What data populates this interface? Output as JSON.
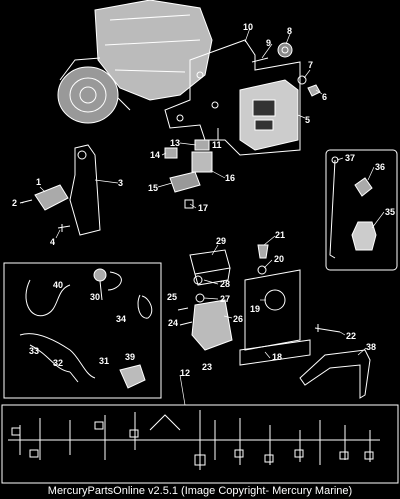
{
  "caption": "MercuryPartsOnline v2.5.1 (Image Copyright- Mercury Marine)",
  "callouts": {
    "c1": "1",
    "c2": "2",
    "c3": "3",
    "c4": "4",
    "c5": "5",
    "c6": "6",
    "c7": "7",
    "c8": "8",
    "c9": "9",
    "c10": "10",
    "c11": "11",
    "c12": "12",
    "c13": "13",
    "c14": "14",
    "c15": "15",
    "c16": "16",
    "c17": "17",
    "c18": "18",
    "c19": "19",
    "c20": "20",
    "c21": "21",
    "c22": "22",
    "c23": "23",
    "c24": "24",
    "c25": "25",
    "c26": "26",
    "c27": "27",
    "c28": "28",
    "c29": "29",
    "c30": "30",
    "c31": "31",
    "c32": "32",
    "c33": "33",
    "c34": "34",
    "c35": "35",
    "c36": "36",
    "c37": "37",
    "c38": "38",
    "c39": "39",
    "c40": "40"
  }
}
